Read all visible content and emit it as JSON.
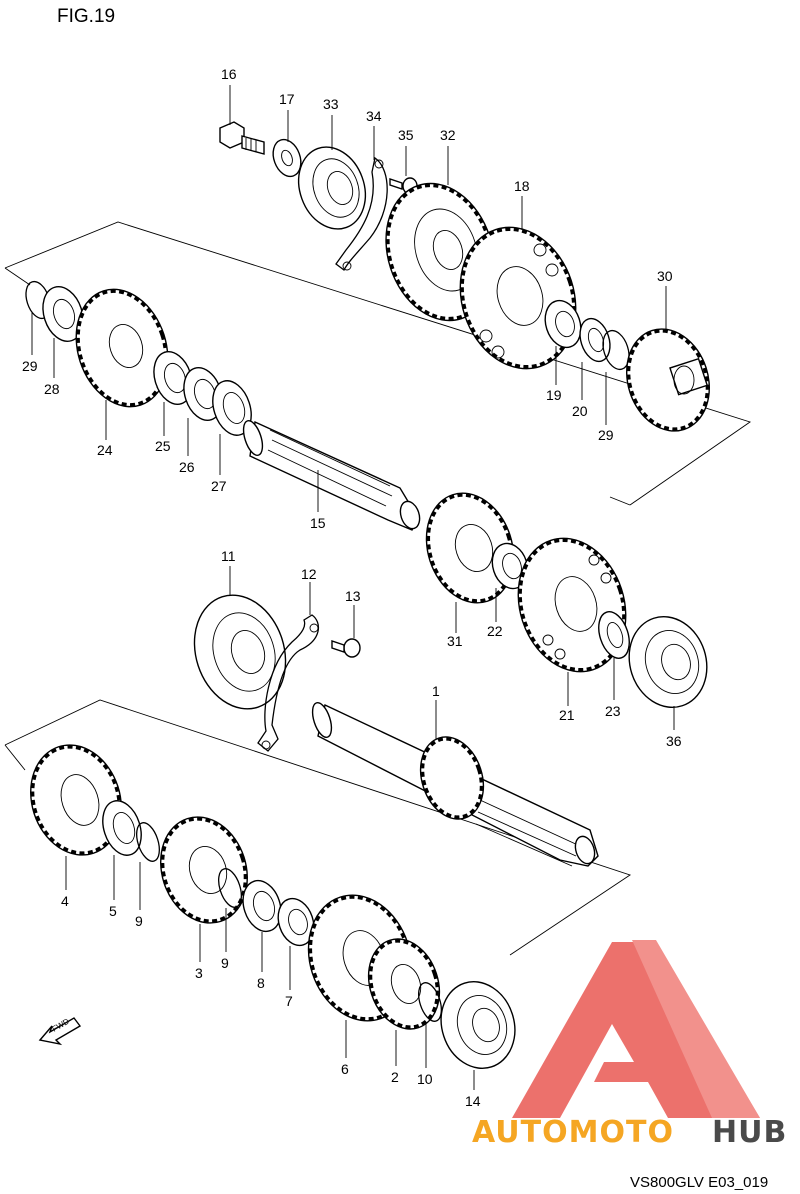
{
  "figure_title": "FIG.19",
  "diagram_code": "VS800GLV E03_019",
  "fwd_arrow": {
    "text": "FWD",
    "icon": "forward-arrow-icon"
  },
  "watermark": {
    "part1": "AUTOMOTO",
    "part2": "HUB",
    "logo_icon": "triangle-logo-icon",
    "colors": {
      "logo": "#e8534d",
      "accent": "#f5a623",
      "dark": "#4a4a4a"
    }
  },
  "callouts": {
    "p1": "1",
    "p2": "2",
    "p3": "3",
    "p4": "4",
    "p5": "5",
    "p6": "6",
    "p7": "7",
    "p8": "8",
    "p9a": "9",
    "p9b": "9",
    "p10": "10",
    "p11": "11",
    "p12": "12",
    "p13": "13",
    "p14": "14",
    "p15": "15",
    "p16": "16",
    "p17": "17",
    "p18": "18",
    "p19": "19",
    "p20": "20",
    "p21": "21",
    "p22": "22",
    "p23": "23",
    "p24": "24",
    "p25": "25",
    "p26": "26",
    "p27": "27",
    "p28": "28",
    "p29a": "29",
    "p29b": "29",
    "p30": "30",
    "p31": "31",
    "p32": "32",
    "p33": "33",
    "p34": "34",
    "p35": "35",
    "p36": "36"
  }
}
